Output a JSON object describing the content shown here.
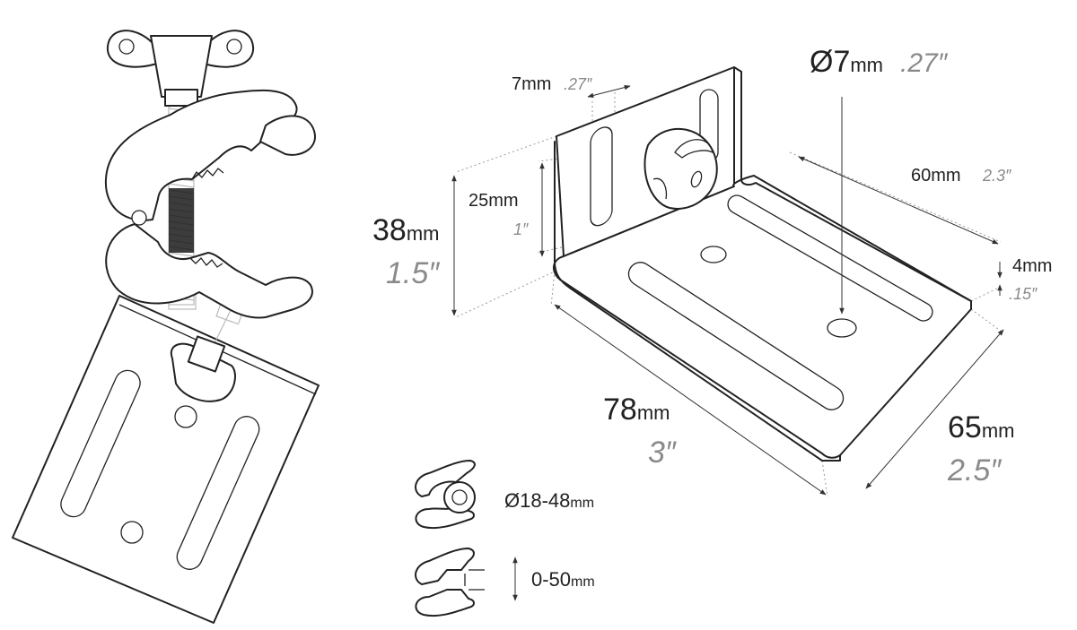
{
  "dimensions": {
    "slot_width": {
      "metric": "7mm",
      "imperial": ".27″"
    },
    "hole_diameter": {
      "symbol": "Ø7",
      "unit": "mm",
      "imperial": ".27″"
    },
    "slot_length": {
      "metric": "25mm",
      "imperial": "1″"
    },
    "height": {
      "value": "38",
      "unit": "mm",
      "imperial": "1.5″"
    },
    "base_slot_length": {
      "metric": "60mm",
      "imperial": "2.3″"
    },
    "thickness": {
      "metric": "4mm",
      "imperial": ".15″"
    },
    "length": {
      "value": "78",
      "unit": "mm",
      "imperial": "3″"
    },
    "depth": {
      "value": "65",
      "unit": "mm",
      "imperial": "2.5″"
    }
  },
  "clamp_specs": [
    {
      "icon": "pipe-clamp-icon",
      "value": "Ø18-48",
      "unit": "mm"
    },
    {
      "icon": "flat-clamp-icon",
      "value": "0-50",
      "unit": "mm"
    }
  ]
}
